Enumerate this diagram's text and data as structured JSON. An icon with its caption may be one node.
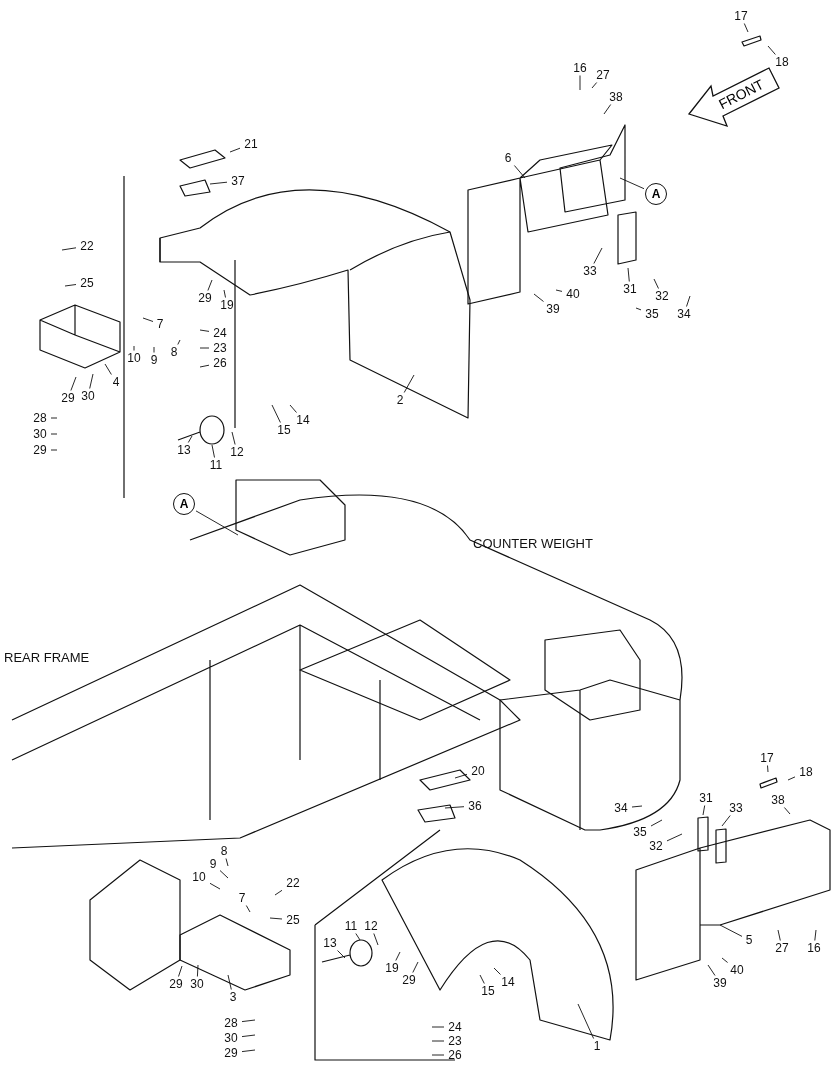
{
  "diagram": {
    "nodes": [
      {
        "text": [
          "17"
        ]
      },
      {
        "text": [
          "18"
        ]
      },
      {
        "text": [
          "16"
        ]
      },
      {
        "text": [
          "27"
        ]
      },
      {
        "text": [
          "38"
        ]
      },
      {
        "text": [
          "6"
        ]
      },
      {
        "text": [
          "A"
        ]
      },
      {
        "text": [
          "21"
        ]
      },
      {
        "text": [
          "37"
        ]
      },
      {
        "text": [
          "22"
        ]
      },
      {
        "text": [
          "25"
        ]
      },
      {
        "text": [
          "7"
        ]
      },
      {
        "text": [
          "29"
        ]
      },
      {
        "text": [
          "19"
        ]
      },
      {
        "text": [
          "24"
        ]
      },
      {
        "text": [
          "23"
        ]
      },
      {
        "text": [
          "26"
        ]
      },
      {
        "text": [
          "10"
        ]
      },
      {
        "text": [
          "9"
        ]
      },
      {
        "text": [
          "8"
        ]
      },
      {
        "text": [
          "4"
        ]
      },
      {
        "text": [
          "29"
        ]
      },
      {
        "text": [
          "30"
        ]
      },
      {
        "text": [
          "28"
        ]
      },
      {
        "text": [
          "30"
        ]
      },
      {
        "text": [
          "29"
        ]
      },
      {
        "text": [
          "2"
        ]
      },
      {
        "text": [
          "15"
        ]
      },
      {
        "text": [
          "14"
        ]
      },
      {
        "text": [
          "13"
        ]
      },
      {
        "text": [
          "11"
        ]
      },
      {
        "text": [
          "12"
        ]
      },
      {
        "text": [
          "33"
        ]
      },
      {
        "text": [
          "31"
        ]
      },
      {
        "text": [
          "32"
        ]
      },
      {
        "text": [
          "35"
        ]
      },
      {
        "text": [
          "34"
        ]
      },
      {
        "text": [
          "40"
        ]
      },
      {
        "text": [
          "39"
        ]
      },
      {
        "text": [
          "A"
        ]
      },
      {
        "text": [
          "20"
        ]
      },
      {
        "text": [
          "36"
        ]
      },
      {
        "text": [
          "17"
        ]
      },
      {
        "text": [
          "18"
        ]
      },
      {
        "text": [
          "38"
        ]
      },
      {
        "text": [
          "31"
        ]
      },
      {
        "text": [
          "33"
        ]
      },
      {
        "text": [
          "34"
        ]
      },
      {
        "text": [
          "35"
        ]
      },
      {
        "text": [
          "32"
        ]
      },
      {
        "text": [
          "8"
        ]
      },
      {
        "text": [
          "9"
        ]
      },
      {
        "text": [
          "10"
        ]
      },
      {
        "text": [
          "7"
        ]
      },
      {
        "text": [
          "22"
        ]
      },
      {
        "text": [
          "25"
        ]
      },
      {
        "text": [
          "11"
        ]
      },
      {
        "text": [
          "12"
        ]
      },
      {
        "text": [
          "13"
        ]
      },
      {
        "text": [
          "19"
        ]
      },
      {
        "text": [
          "29"
        ]
      },
      {
        "text": [
          "29"
        ]
      },
      {
        "text": [
          "30"
        ]
      },
      {
        "text": [
          "3"
        ]
      },
      {
        "text": [
          "28"
        ]
      },
      {
        "text": [
          "30"
        ]
      },
      {
        "text": [
          "29"
        ]
      },
      {
        "text": [
          "14"
        ]
      },
      {
        "text": [
          "15"
        ]
      },
      {
        "text": [
          "24"
        ]
      },
      {
        "text": [
          "23"
        ]
      },
      {
        "text": [
          "26"
        ]
      },
      {
        "text": [
          "1"
        ]
      },
      {
        "text": [
          "5"
        ]
      },
      {
        "text": [
          "27"
        ]
      },
      {
        "text": [
          "16"
        ]
      },
      {
        "text": [
          "40"
        ]
      },
      {
        "text": [
          "39"
        ]
      },
      {
        "text": [
          "FRONT"
        ]
      }
    ],
    "edges": [
      {
        "from": 0,
        "to": null,
        "arrow": "none"
      },
      {
        "from": 1,
        "to": null,
        "arrow": "none"
      },
      {
        "from": 2,
        "to": null,
        "arrow": "none"
      },
      {
        "from": 3,
        "to": null,
        "arrow": "none"
      },
      {
        "from": 4,
        "to": null,
        "arrow": "none"
      },
      {
        "from": 5,
        "to": null,
        "arrow": "none"
      },
      {
        "from": 6,
        "to": null,
        "arrow": "none"
      },
      {
        "from": 7,
        "to": null,
        "arrow": "none"
      },
      {
        "from": 8,
        "to": null,
        "arrow": "none"
      },
      {
        "from": 9,
        "to": null,
        "arrow": "none"
      },
      {
        "from": 10,
        "to": null,
        "arrow": "none"
      },
      {
        "from": 11,
        "to": null,
        "arrow": "none"
      },
      {
        "from": 12,
        "to": null,
        "arrow": "none"
      },
      {
        "from": 13,
        "to": null,
        "arrow": "none"
      },
      {
        "from": 14,
        "to": null,
        "arrow": "none"
      },
      {
        "from": 15,
        "to": null,
        "arrow": "none"
      },
      {
        "from": 16,
        "to": null,
        "arrow": "none"
      },
      {
        "from": 17,
        "to": null,
        "arrow": "none"
      },
      {
        "from": 18,
        "to": null,
        "arrow": "none"
      },
      {
        "from": 19,
        "to": null,
        "arrow": "none"
      },
      {
        "from": 20,
        "to": null,
        "arrow": "none"
      },
      {
        "from": 21,
        "to": null,
        "arrow": "none"
      },
      {
        "from": 22,
        "to": null,
        "arrow": "none"
      },
      {
        "from": 23,
        "to": null,
        "arrow": "none"
      },
      {
        "from": 24,
        "to": null,
        "arrow": "none"
      },
      {
        "from": 25,
        "to": null,
        "arrow": "none"
      },
      {
        "from": 26,
        "to": null,
        "arrow": "none"
      },
      {
        "from": 27,
        "to": null,
        "arrow": "none"
      },
      {
        "from": 28,
        "to": null,
        "arrow": "none"
      },
      {
        "from": 29,
        "to": null,
        "arrow": "none"
      },
      {
        "from": 30,
        "to": null,
        "arrow": "none"
      },
      {
        "from": 31,
        "to": null,
        "arrow": "none"
      },
      {
        "from": 32,
        "to": null,
        "arrow": "none"
      },
      {
        "from": 33,
        "to": null,
        "arrow": "none"
      },
      {
        "from": 34,
        "to": null,
        "arrow": "none"
      },
      {
        "from": 35,
        "to": null,
        "arrow": "none"
      },
      {
        "from": 36,
        "to": null,
        "arrow": "none"
      },
      {
        "from": 37,
        "to": null,
        "arrow": "none"
      },
      {
        "from": 38,
        "to": null,
        "arrow": "none"
      },
      {
        "from": 39,
        "to": null,
        "arrow": "none"
      },
      {
        "from": 40,
        "to": null,
        "arrow": "none"
      },
      {
        "from": 41,
        "to": null,
        "arrow": "none"
      },
      {
        "from": 42,
        "to": null,
        "arrow": "none"
      },
      {
        "from": 43,
        "to": null,
        "arrow": "none"
      },
      {
        "from": 44,
        "to": null,
        "arrow": "none"
      },
      {
        "from": 45,
        "to": null,
        "arrow": "none"
      },
      {
        "from": 46,
        "to": null,
        "arrow": "none"
      },
      {
        "from": 47,
        "to": null,
        "arrow": "none"
      },
      {
        "from": 48,
        "to": null,
        "arrow": "none"
      },
      {
        "from": 49,
        "to": null,
        "arrow": "none"
      },
      {
        "from": 50,
        "to": null,
        "arrow": "none"
      },
      {
        "from": 51,
        "to": null,
        "arrow": "none"
      },
      {
        "from": 52,
        "to": null,
        "arrow": "none"
      },
      {
        "from": 53,
        "to": null,
        "arrow": "none"
      },
      {
        "from": 54,
        "to": null,
        "arrow": "none"
      },
      {
        "from": 55,
        "to": null,
        "arrow": "none"
      },
      {
        "from": 56,
        "to": null,
        "arrow": "none"
      },
      {
        "from": 57,
        "to": null,
        "arrow": "none"
      },
      {
        "from": 58,
        "to": null,
        "arrow": "none"
      },
      {
        "from": 59,
        "to": null,
        "arrow": "none"
      },
      {
        "from": 60,
        "to": null,
        "arrow": "none"
      },
      {
        "from": 61,
        "to": null,
        "arrow": "none"
      },
      {
        "from": 62,
        "to": null,
        "arrow": "none"
      },
      {
        "from": 63,
        "to": null,
        "arrow": "none"
      },
      {
        "from": 64,
        "to": null,
        "arrow": "none"
      },
      {
        "from": 65,
        "to": null,
        "arrow": "none"
      },
      {
        "from": 66,
        "to": null,
        "arrow": "none"
      },
      {
        "from": 67,
        "to": null,
        "arrow": "none"
      },
      {
        "from": 68,
        "to": null,
        "arrow": "none"
      },
      {
        "from": 69,
        "to": null,
        "arrow": "none"
      },
      {
        "from": 70,
        "to": null,
        "arrow": "none"
      },
      {
        "from": 71,
        "to": null,
        "arrow": "none"
      },
      {
        "from": 72,
        "to": null,
        "arrow": "none"
      },
      {
        "from": 73,
        "to": null,
        "arrow": "none"
      },
      {
        "from": 74,
        "to": null,
        "arrow": "none"
      },
      {
        "from": 75,
        "to": null,
        "arrow": "none"
      },
      {
        "from": 76,
        "to": null,
        "arrow": "none"
      },
      {
        "from": 77,
        "to": null,
        "arrow": "none"
      }
    ],
    "labels": [
      "COUNTER WEIGHT",
      "REAR FRAME"
    ]
  }
}
